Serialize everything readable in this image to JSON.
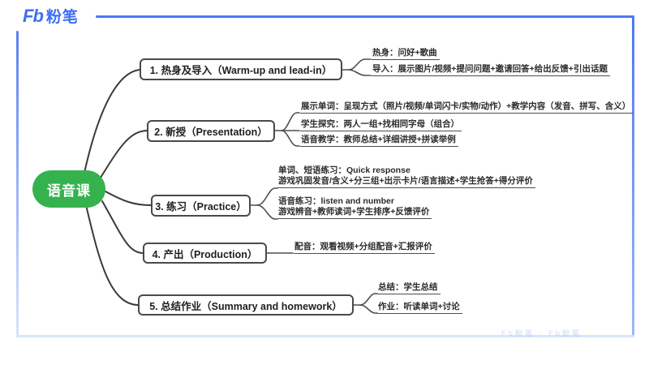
{
  "brand": {
    "logo_text": "Fb",
    "logo_name": "粉笔",
    "color": "#3D6EF5"
  },
  "watermark": "Fb粉笔 · Fb粉笔",
  "mindmap": {
    "root": "语音课",
    "root_color": "#35B24E",
    "branches": [
      {
        "label": "1. 热身及导入（Warm-up and lead-in）",
        "leaves": [
          {
            "lines": [
              "热身：问好+歌曲"
            ]
          },
          {
            "lines": [
              "导入：展示图片/视频+提问问题+邀请回答+给出反馈+引出话题"
            ]
          }
        ]
      },
      {
        "label": "2. 新授（Presentation）",
        "leaves": [
          {
            "lines": [
              "展示单词：呈现方式（照片/视频/单词闪卡/实物/动作）+教学内容（发音、拼写、含义）"
            ]
          },
          {
            "lines": [
              "学生探究：两人一组+找相同字母（组合）"
            ]
          },
          {
            "lines": [
              "语音教学：教师总结+详细讲授+拼读举例"
            ]
          }
        ]
      },
      {
        "label": "3. 练习（Practice）",
        "leaves": [
          {
            "lines": [
              "单词、短语练习：Quick response",
              "游戏巩固发音/含义+分三组+出示卡片/语言描述+学生抢答+得分评价"
            ]
          },
          {
            "lines": [
              "语音练习：listen and number",
              "游戏辨音+教师读词+学生排序+反馈评价"
            ]
          }
        ]
      },
      {
        "label": "4. 产出（Production）",
        "leaves": [
          {
            "lines": [
              "配音：观看视频+分组配音+汇报评价"
            ]
          }
        ]
      },
      {
        "label": "5. 总结作业（Summary and homework）",
        "leaves": [
          {
            "lines": [
              "总结：学生总结"
            ]
          },
          {
            "lines": [
              "作业：听读单词+讨论"
            ]
          }
        ]
      }
    ]
  }
}
